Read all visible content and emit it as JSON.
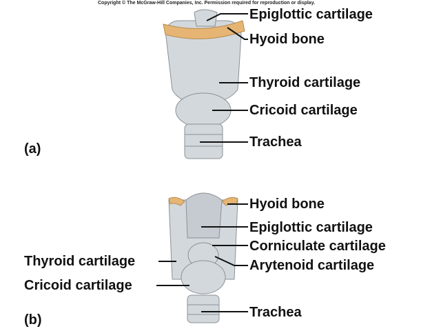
{
  "copyright": "Copyright © The McGraw-Hill Companies, Inc. Permission required for reproduction or display.",
  "panel_a": {
    "tag": "(a)",
    "labels": [
      "Epiglottic cartilage",
      "Hyoid bone",
      "Thyroid cartilage",
      "Cricoid cartilage",
      "Trachea"
    ]
  },
  "panel_b": {
    "tag": "(b)",
    "labels_right": [
      "Hyoid bone",
      "Epiglottic cartilage",
      "Corniculate cartilage",
      "Arytenoid cartilage",
      "Trachea"
    ],
    "labels_left": [
      "Thyroid cartilage",
      "Cricoid cartilage"
    ]
  },
  "colors": {
    "bone": "#e6b574",
    "cartilage": "#d3d8dc",
    "outline": "#8a9096"
  }
}
